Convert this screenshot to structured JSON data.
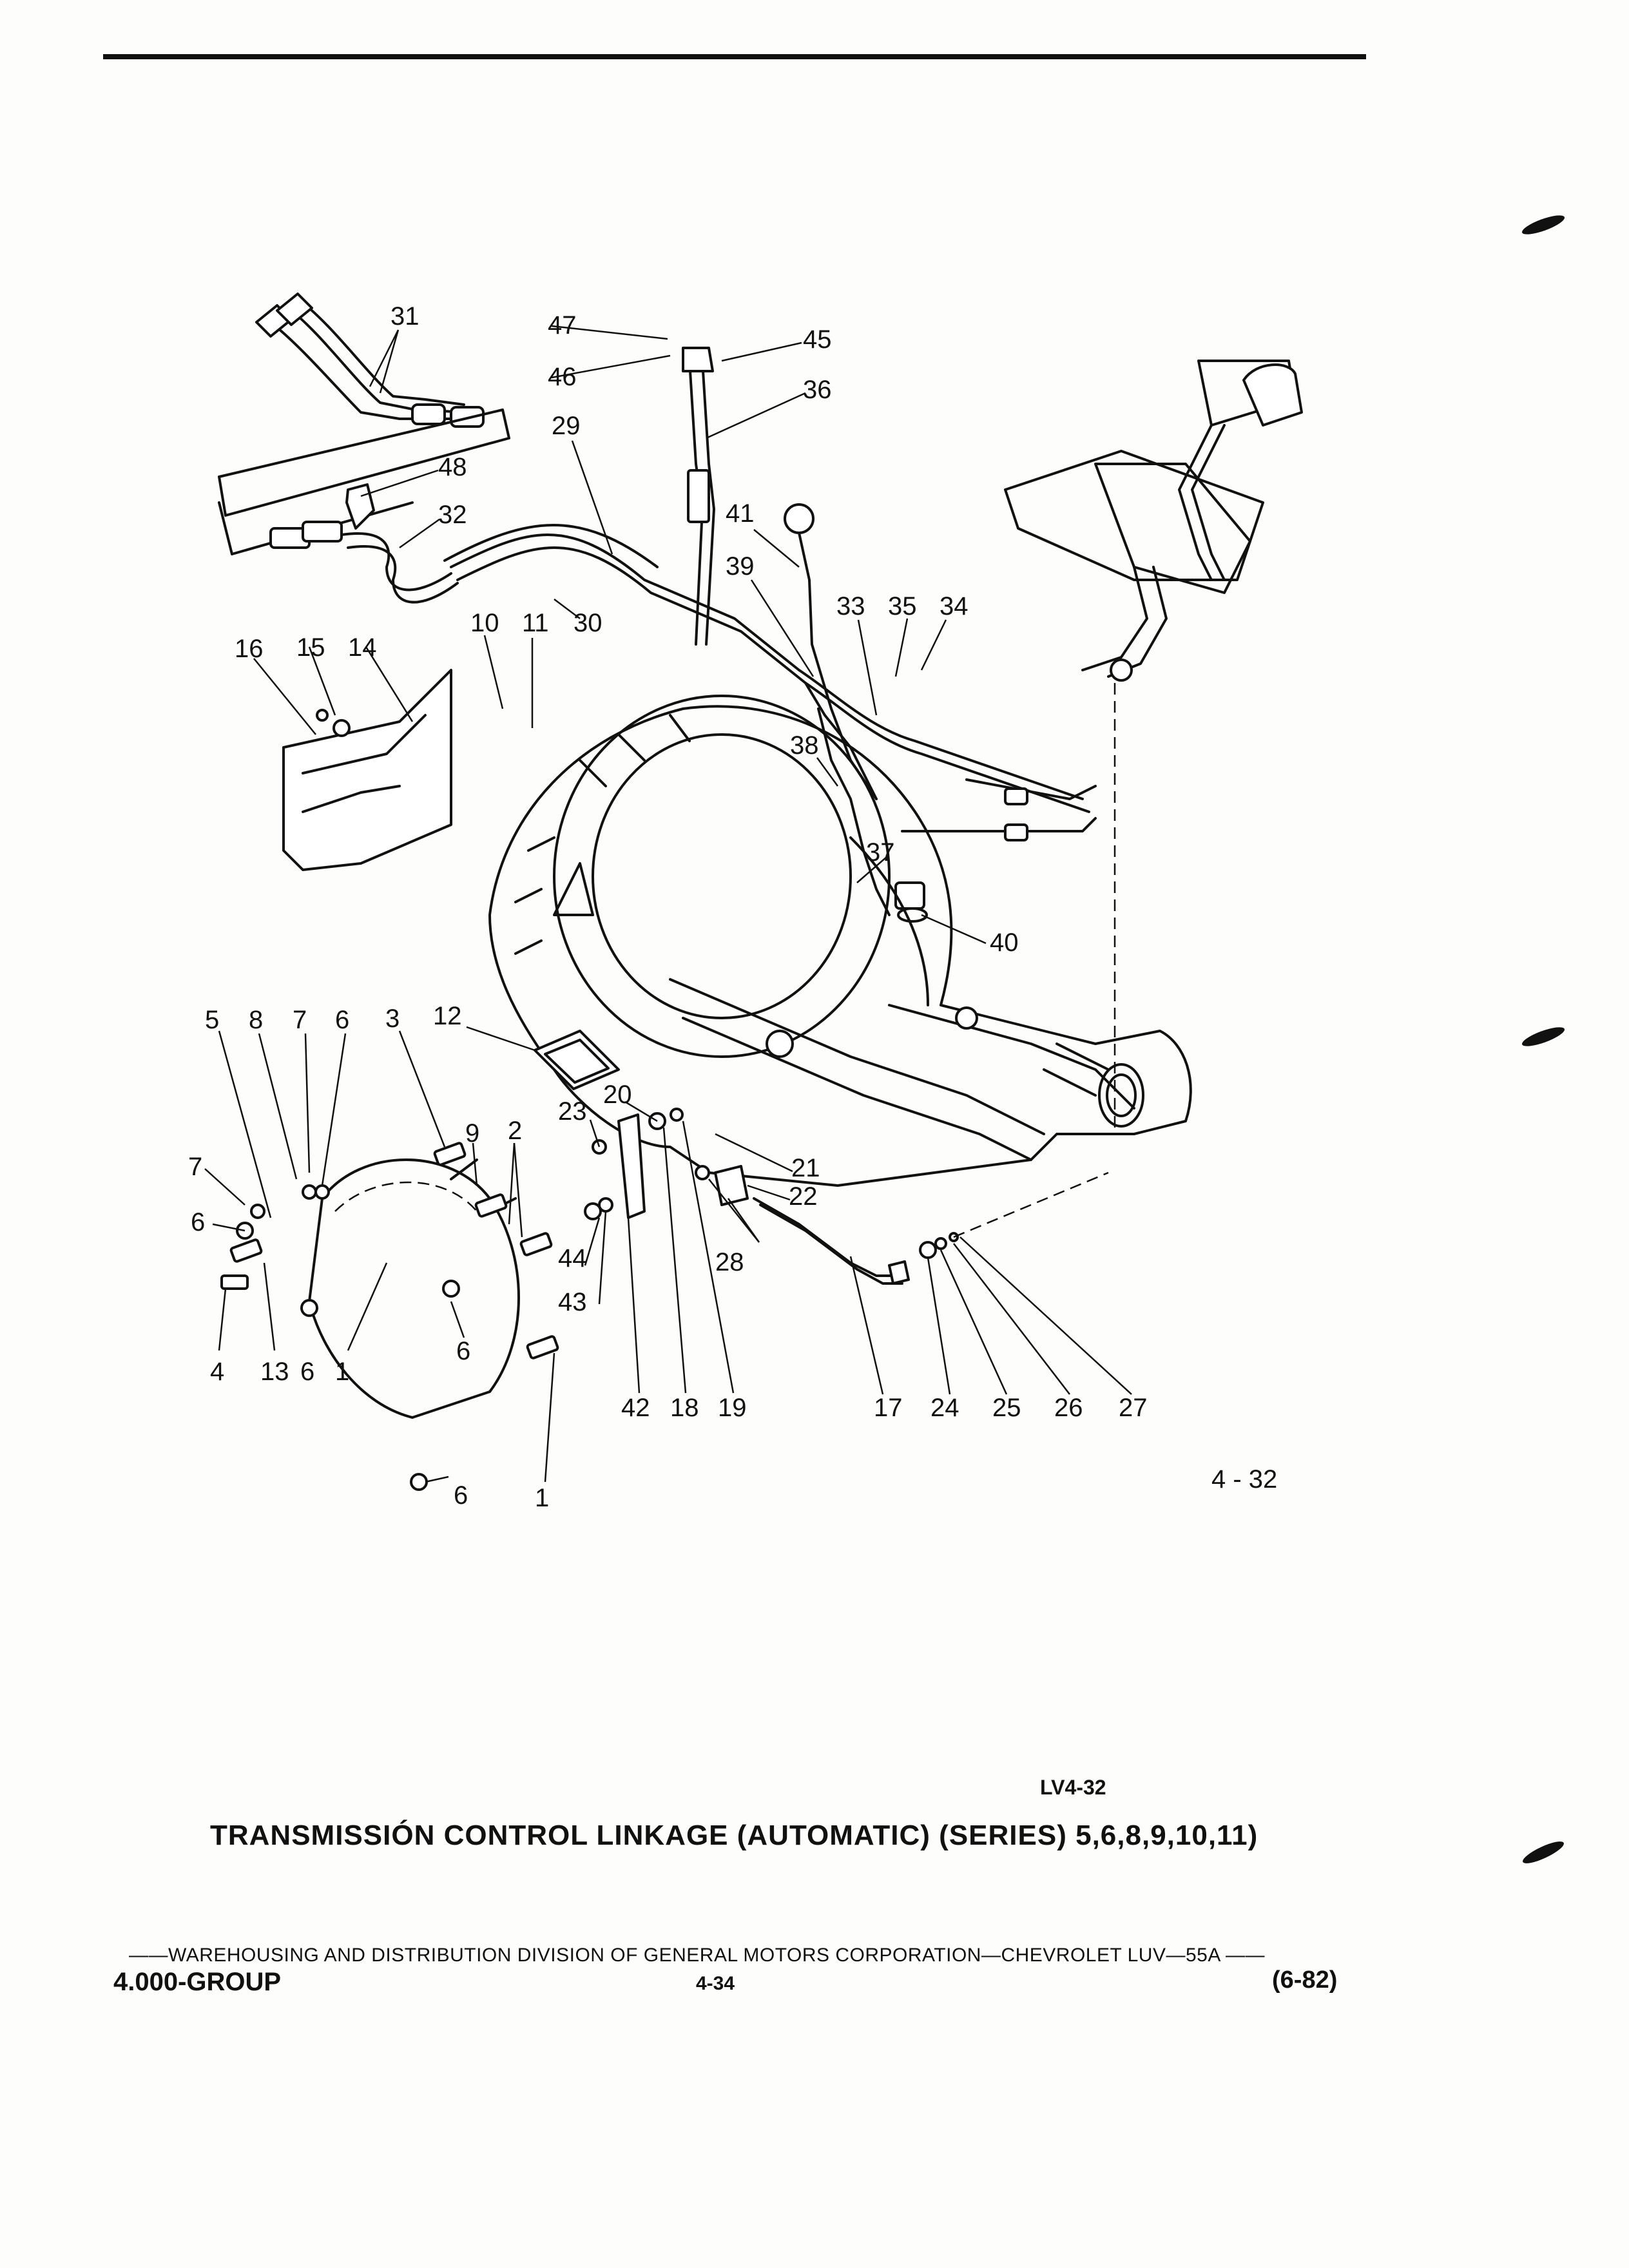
{
  "callouts": [
    "1",
    "2",
    "3",
    "4",
    "5",
    "6",
    "7",
    "8",
    "9",
    "10",
    "11",
    "12",
    "13",
    "14",
    "15",
    "16",
    "17",
    "18",
    "19",
    "20",
    "21",
    "22",
    "23",
    "24",
    "25",
    "26",
    "27",
    "28",
    "29",
    "30",
    "31",
    "32",
    "33",
    "34",
    "35",
    "36",
    "37",
    "38",
    "39",
    "40",
    "41",
    "42",
    "43",
    "44",
    "45",
    "46",
    "47",
    "48"
  ],
  "figure_ref": "4 - 32",
  "figure_code": "LV4-32",
  "title": "TRANSMISSIÓN CONTROL LINKAGE (AUTOMATIC) (SERIES) 5,6,8,9,10,11)",
  "footer": {
    "publisher_line": "——WAREHOUSING AND DISTRIBUTION  DIVISION OF GENERAL MOTORS CORPORATION—CHEVROLET LUV—55A  ——",
    "group": "4.000-GROUP",
    "page": "4-34",
    "date_code": "(6-82)"
  }
}
